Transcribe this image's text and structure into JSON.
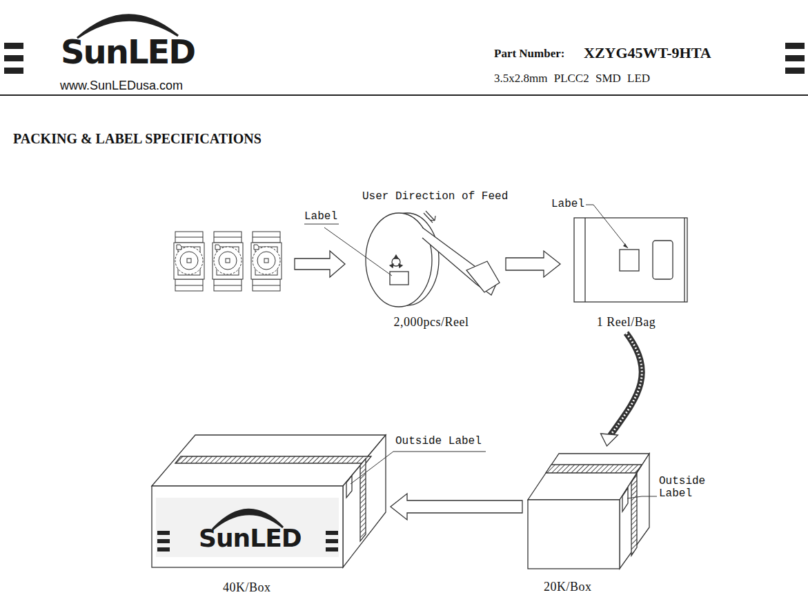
{
  "diagram": {
    "title": "PACKING & LABEL SPECIFICATIONS",
    "nodes": [
      {
        "text": [
          "2,000pcs/Reel"
        ]
      },
      {
        "text": [
          "1 Reel/Bag"
        ]
      },
      {
        "text": [
          "20K/Box"
        ]
      },
      {
        "text": [
          "40K/Box"
        ]
      }
    ],
    "edges": [
      {
        "from": 0,
        "to": 1,
        "arrow": "to"
      },
      {
        "from": 1,
        "to": 2,
        "arrow": "to"
      },
      {
        "from": 2,
        "to": 3,
        "arrow": "to"
      }
    ],
    "labels": [
      "SunLED",
      "www.SunLEDusa.com",
      "Part Number:",
      "XZYG45WT-9HTA",
      "3.5x2.8mm PLCC2 SMD LED",
      "User Direction of Feed",
      "Label",
      "Label",
      "Outside Label",
      "Outside Label",
      "SunLED"
    ]
  }
}
